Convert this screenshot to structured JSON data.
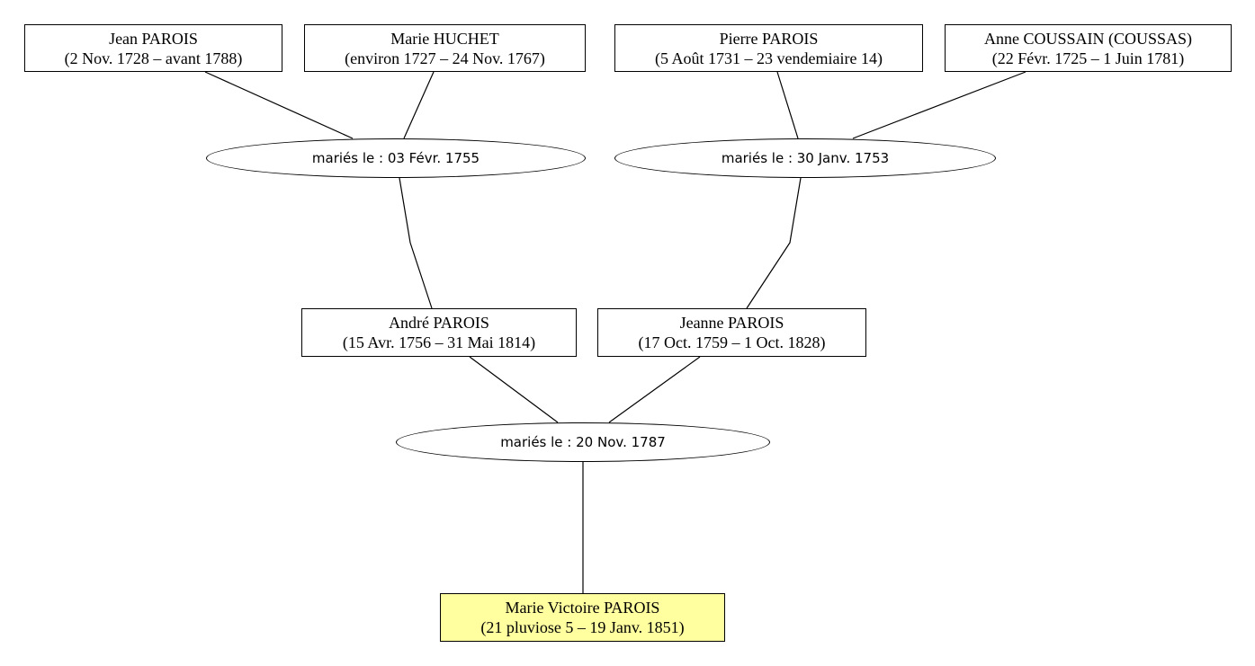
{
  "people": {
    "jean": {
      "name": "Jean PAROIS",
      "dates": "(2 Nov. 1728 – avant 1788)"
    },
    "marie_huchet": {
      "name": "Marie HUCHET",
      "dates": "(environ 1727 – 24 Nov. 1767)"
    },
    "pierre": {
      "name": "Pierre PAROIS",
      "dates": "(5 Août 1731 – 23 vendemiaire 14)"
    },
    "anne": {
      "name": "Anne COUSSAIN (COUSSAS)",
      "dates": "(22 Févr. 1725 – 1 Juin 1781)"
    },
    "andre": {
      "name": "André PAROIS",
      "dates": "(15 Avr. 1756 – 31 Mai 1814)"
    },
    "jeanne": {
      "name": "Jeanne PAROIS",
      "dates": "(17 Oct. 1759 – 1 Oct. 1828)"
    },
    "marie_victoire": {
      "name": "Marie Victoire PAROIS",
      "dates": "(21 pluviose 5 – 19 Janv. 1851)"
    }
  },
  "unions": {
    "u1755": {
      "label": "mariés le : 03 Févr. 1755"
    },
    "u1753": {
      "label": "mariés le : 30 Janv. 1753"
    },
    "u1787": {
      "label": "mariés le : 20 Nov. 1787"
    }
  },
  "colors": {
    "root_highlight": "#ffffa0",
    "line": "#000000"
  }
}
